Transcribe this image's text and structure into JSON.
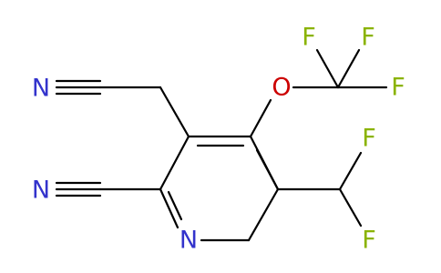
{
  "colors": {
    "background": "#ffffff",
    "bond": "#000000",
    "nitrogen": "#3333cc",
    "oxygen": "#cc0000",
    "fluorine": "#8ab300"
  },
  "atoms": {
    "n_top_nitrile": "N",
    "n_left_nitrile": "N",
    "n_ring": "N",
    "o_ether": "O",
    "f_cf3_left": "F",
    "f_cf3_middle": "F",
    "f_cf3_right": "F",
    "f_chf2_top": "F",
    "f_chf2_bottom": "F"
  }
}
